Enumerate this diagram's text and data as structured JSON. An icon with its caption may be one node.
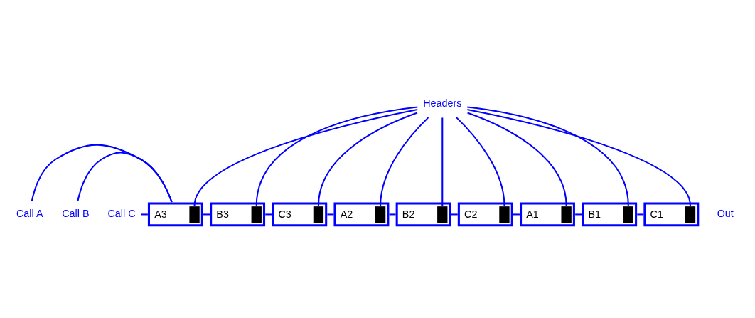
{
  "diagram": {
    "nodes": [
      {
        "text": [
          "Headers"
        ]
      },
      {
        "text": [
          "Call A"
        ]
      },
      {
        "text": [
          "Call B"
        ]
      },
      {
        "text": [
          "Call C"
        ]
      },
      {
        "text": [
          "A3"
        ]
      },
      {
        "text": [
          "B3"
        ]
      },
      {
        "text": [
          "C3"
        ]
      },
      {
        "text": [
          "A2"
        ]
      },
      {
        "text": [
          "B2"
        ]
      },
      {
        "text": [
          "C2"
        ]
      },
      {
        "text": [
          "A1"
        ]
      },
      {
        "text": [
          "B1"
        ]
      },
      {
        "text": [
          "C1"
        ]
      }
    ],
    "edges": [
      {
        "from": 1,
        "to": 4,
        "arrow": "none"
      },
      {
        "from": 2,
        "to": 4,
        "arrow": "none"
      },
      {
        "from": 3,
        "to": 4,
        "arrow": "none"
      },
      {
        "from": 4,
        "to": 5,
        "arrow": "none"
      },
      {
        "from": 5,
        "to": 6,
        "arrow": "none"
      },
      {
        "from": 6,
        "to": 7,
        "arrow": "none"
      },
      {
        "from": 7,
        "to": 8,
        "arrow": "none"
      },
      {
        "from": 8,
        "to": 9,
        "arrow": "none"
      },
      {
        "from": 9,
        "to": 10,
        "arrow": "none"
      },
      {
        "from": 10,
        "to": 11,
        "arrow": "none"
      },
      {
        "from": 11,
        "to": 12,
        "arrow": "none"
      },
      {
        "from": 0,
        "to": 4,
        "arrow": "none"
      },
      {
        "from": 0,
        "to": 5,
        "arrow": "none"
      },
      {
        "from": 0,
        "to": 6,
        "arrow": "none"
      },
      {
        "from": 0,
        "to": 7,
        "arrow": "none"
      },
      {
        "from": 0,
        "to": 8,
        "arrow": "none"
      },
      {
        "from": 0,
        "to": 9,
        "arrow": "none"
      },
      {
        "from": 0,
        "to": 10,
        "arrow": "none"
      },
      {
        "from": 0,
        "to": 11,
        "arrow": "none"
      },
      {
        "from": 0,
        "to": 12,
        "arrow": "none"
      }
    ],
    "labels": [
      "Out"
    ]
  }
}
